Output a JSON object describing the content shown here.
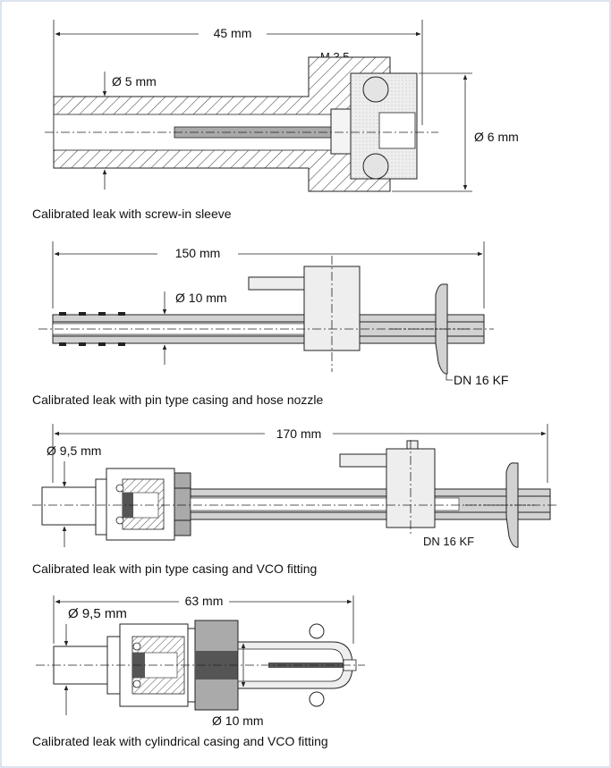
{
  "colors": {
    "tube": "#d2d2d2",
    "part": "#ebebeb",
    "dark": "#555555",
    "border": "#b8c8dc"
  },
  "leak1": {
    "length": "45 mm",
    "inner_diameter": "Ø 5 mm",
    "thread": "M 3,5",
    "outer_diameter": "Ø 6 mm",
    "caption": "Calibrated leak with screw-in sleeve"
  },
  "leak2": {
    "length": "150 mm",
    "diameter": "Ø 10 mm",
    "flange": "DN 16 KF",
    "caption": "Calibrated leak with pin type casing and hose nozzle"
  },
  "leak3": {
    "length": "170 mm",
    "diameter": "Ø 9,5 mm",
    "flange": "DN 16 KF",
    "caption": "Calibrated leak with pin type casing and VCO fitting"
  },
  "leak4": {
    "length": "63 mm",
    "diameter": "Ø 9,5 mm",
    "outer_diameter": "Ø 10 mm",
    "caption": "Calibrated leak with cylindrical casing and VCO fitting"
  }
}
